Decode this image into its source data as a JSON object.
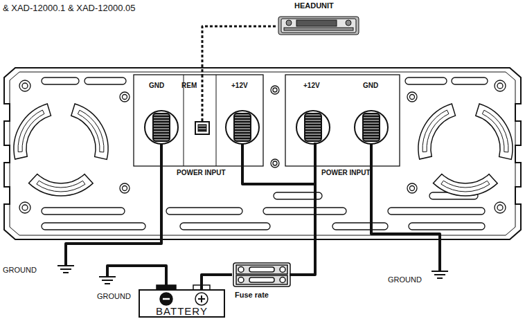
{
  "diagram": {
    "title": "& XAD-12000.1 & XAD-12000.05",
    "nodes": [
      {
        "text": [
          "HEADUNIT"
        ]
      },
      {
        "text": [
          "GND",
          "REM",
          "+12V",
          "POWER INPUT"
        ]
      },
      {
        "text": [
          "+12V",
          "GND",
          "POWER INPUT"
        ]
      },
      {
        "text": [
          "Fuse rate"
        ]
      },
      {
        "text": [
          "BATTERY"
        ]
      }
    ],
    "edges": [
      {
        "from": 0,
        "to": 1,
        "arrow": "none"
      },
      {
        "from": 1,
        "to": 2,
        "arrow": "none"
      },
      {
        "from": 4,
        "to": 3,
        "arrow": "none"
      },
      {
        "from": 3,
        "to": 2,
        "arrow": "none"
      }
    ],
    "labels": [
      "GROUND",
      "GROUND",
      "GROUND"
    ]
  }
}
